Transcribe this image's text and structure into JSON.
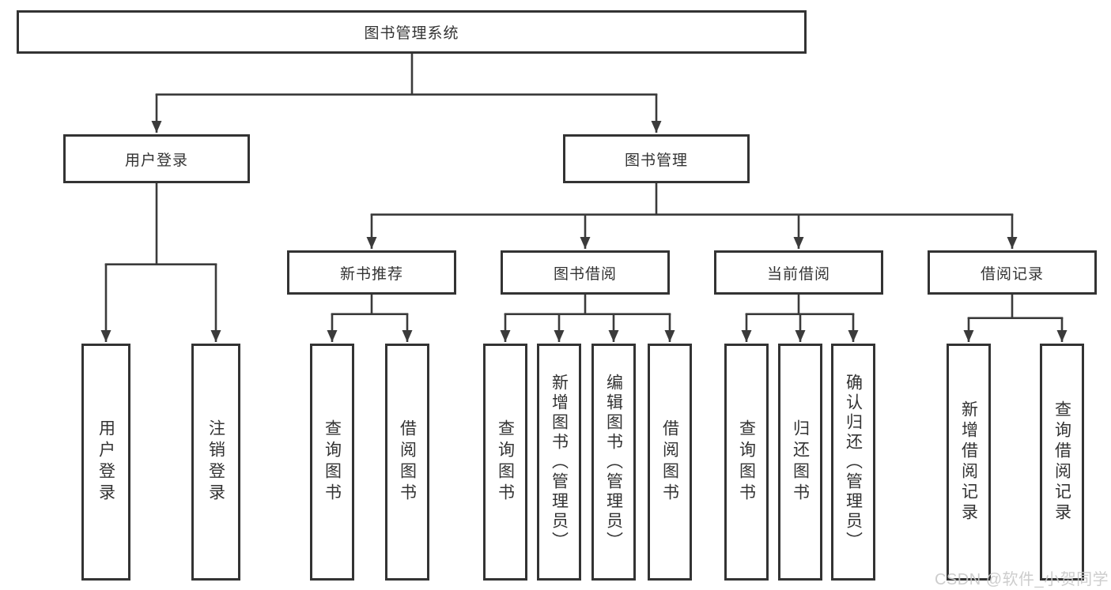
{
  "diagram": {
    "root": {
      "label": "图书管理系统"
    },
    "level2": [
      {
        "label": "用户登录"
      },
      {
        "label": "图书管理"
      }
    ],
    "level3": [
      {
        "label": "新书推荐",
        "parent": "图书管理"
      },
      {
        "label": "图书借阅",
        "parent": "图书管理"
      },
      {
        "label": "当前借阅",
        "parent": "图书管理"
      },
      {
        "label": "借阅记录",
        "parent": "图书管理"
      }
    ],
    "leaves": [
      {
        "label": "用户登录",
        "parent": "用户登录"
      },
      {
        "label": "注销登录",
        "parent": "用户登录"
      },
      {
        "label": "查询图书",
        "parent": "新书推荐"
      },
      {
        "label": "借阅图书",
        "parent": "新书推荐"
      },
      {
        "label": "查询图书",
        "parent": "图书借阅"
      },
      {
        "label": "新增图书（管理员）",
        "parent": "图书借阅"
      },
      {
        "label": "编辑图书（管理员）",
        "parent": "图书借阅"
      },
      {
        "label": "借阅图书",
        "parent": "图书借阅"
      },
      {
        "label": "查询图书",
        "parent": "当前借阅"
      },
      {
        "label": "归还图书",
        "parent": "当前借阅"
      },
      {
        "label": "确认归还（管理员）",
        "parent": "当前借阅"
      },
      {
        "label": "新增借阅记录",
        "parent": "借阅记录"
      },
      {
        "label": "查询借阅记录",
        "parent": "借阅记录"
      }
    ],
    "watermark": "CSDN @软件_小贺同学",
    "colors": {
      "line": "#3b3b3b",
      "box_border": "#333333",
      "text": "#333333",
      "background": "#ffffff",
      "watermark": "#c9c9c9"
    }
  }
}
